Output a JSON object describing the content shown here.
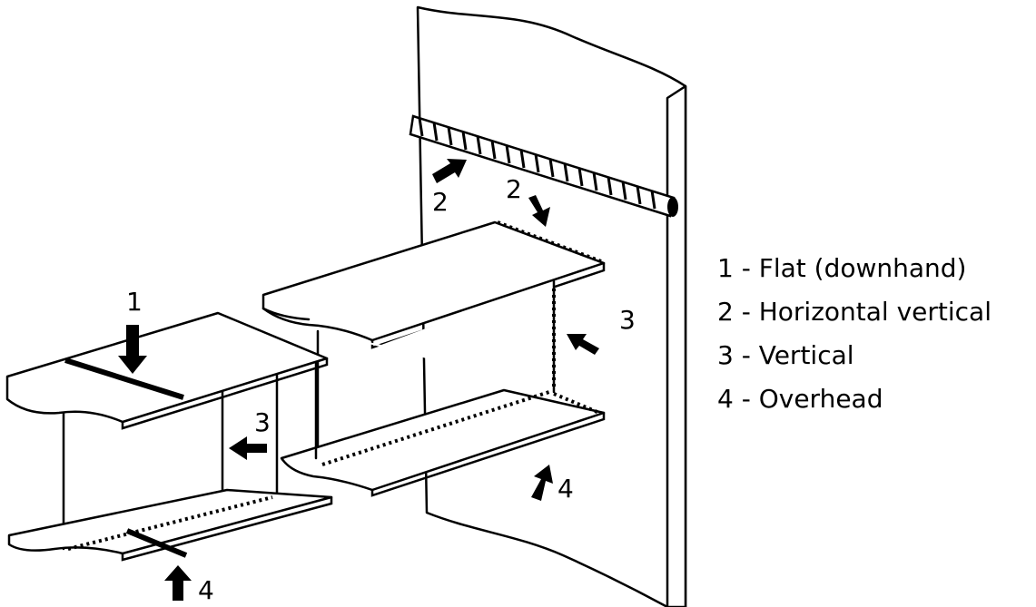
{
  "labels": {
    "flat": "1",
    "horizontal_top_left": "2",
    "horizontal_top_right": "2",
    "vertical_front": "3",
    "vertical_rear": "3",
    "overhead_front": "4",
    "overhead_rear": "4"
  },
  "legend": [
    "1 - Flat (downhand)",
    "2 - Horizontal vertical",
    "3 - Vertical",
    "4 - Overhead"
  ]
}
